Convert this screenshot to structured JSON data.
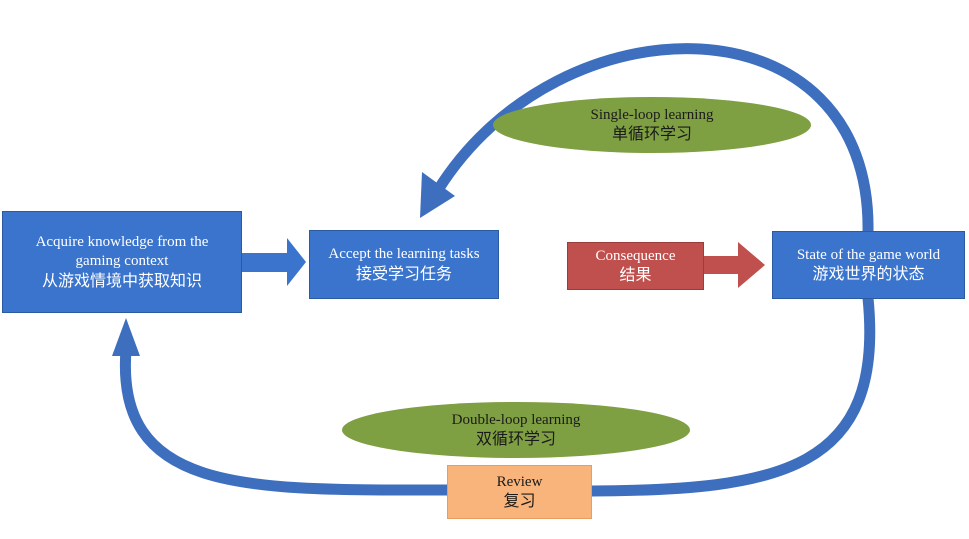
{
  "nodes": {
    "acquire": {
      "en": "Acquire knowledge from the gaming context",
      "zh": "从游戏情境中获取知识"
    },
    "accept": {
      "en": "Accept the learning tasks",
      "zh": "接受学习任务"
    },
    "consequence": {
      "en": "Consequence",
      "zh": "结果"
    },
    "state": {
      "en": "State of the game world",
      "zh": "游戏世界的状态"
    },
    "review": {
      "en": "Review",
      "zh": "复习"
    }
  },
  "loops": {
    "single": {
      "en": "Single-loop learning",
      "zh": "单循环学习"
    },
    "double": {
      "en": "Double-loop learning",
      "zh": "双循环学习"
    }
  },
  "colors": {
    "node_blue": "#3a74cc",
    "arrow_blue": "#3d6fbe",
    "consequence_red": "#c0504d",
    "loop_green": "#7f9f43",
    "review_peach": "#f8b47a"
  }
}
